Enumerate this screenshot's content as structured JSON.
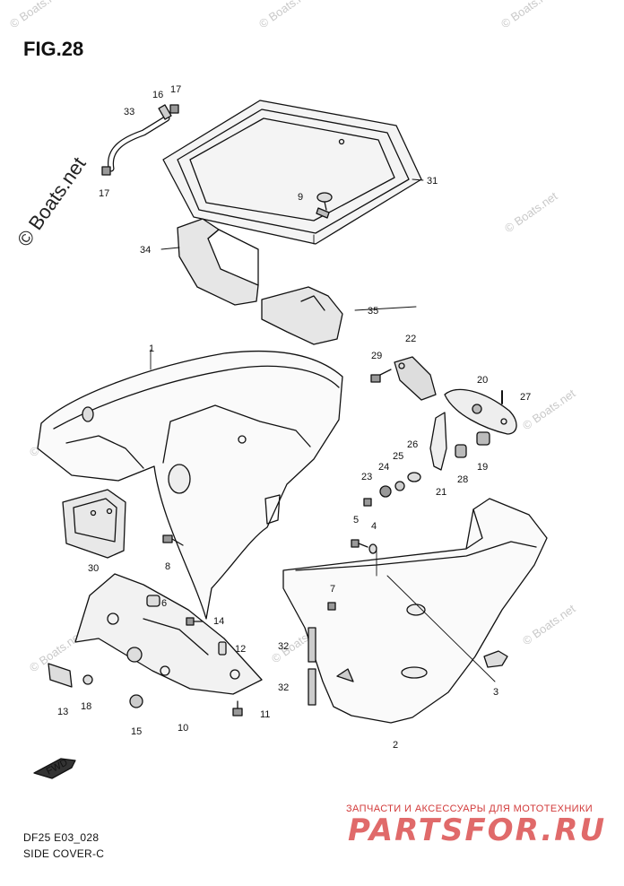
{
  "figure": {
    "title": "FIG.28",
    "footer_line1": "DF25 E03_028",
    "footer_line2": "SIDE COVER-C"
  },
  "watermarks": {
    "boats": "© Boats.net",
    "partsfor_tagline": "ЗАПЧАСТИ И АКСЕССУАРЫ ДЛЯ МОТОТЕХНИКИ",
    "partsfor_logo": "PARTSFOR.RU"
  },
  "fwd_label": "FWD",
  "callouts": [
    "1",
    "2",
    "3",
    "4",
    "5",
    "6",
    "7",
    "8",
    "9",
    "10",
    "11",
    "12",
    "13",
    "14",
    "15",
    "16",
    "17",
    "17",
    "18",
    "19",
    "20",
    "21",
    "22",
    "23",
    "24",
    "25",
    "26",
    "27",
    "28",
    "29",
    "30",
    "31",
    "32",
    "32",
    "33",
    "34",
    "35"
  ]
}
